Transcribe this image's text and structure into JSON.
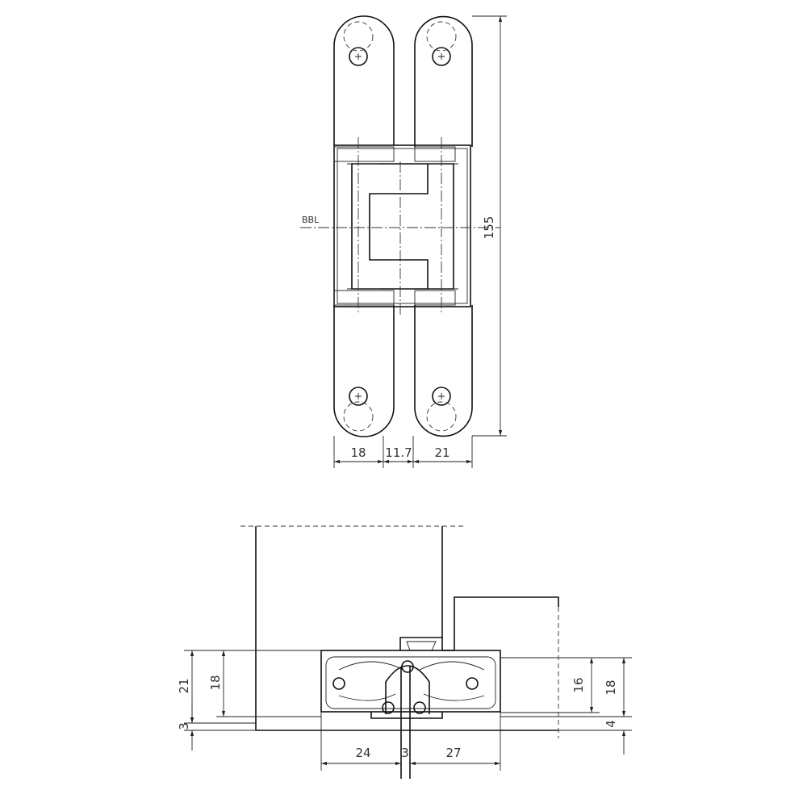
{
  "top_view": {
    "reference_line_label": "BBL",
    "height_dim": "155",
    "width_dims": [
      "18",
      "11.7",
      "21"
    ]
  },
  "bottom_view": {
    "left_dims": [
      "21",
      "18",
      "3"
    ],
    "right_dims": [
      "16",
      "18",
      "4"
    ],
    "bottom_dims": [
      "24",
      "3",
      "27"
    ]
  }
}
